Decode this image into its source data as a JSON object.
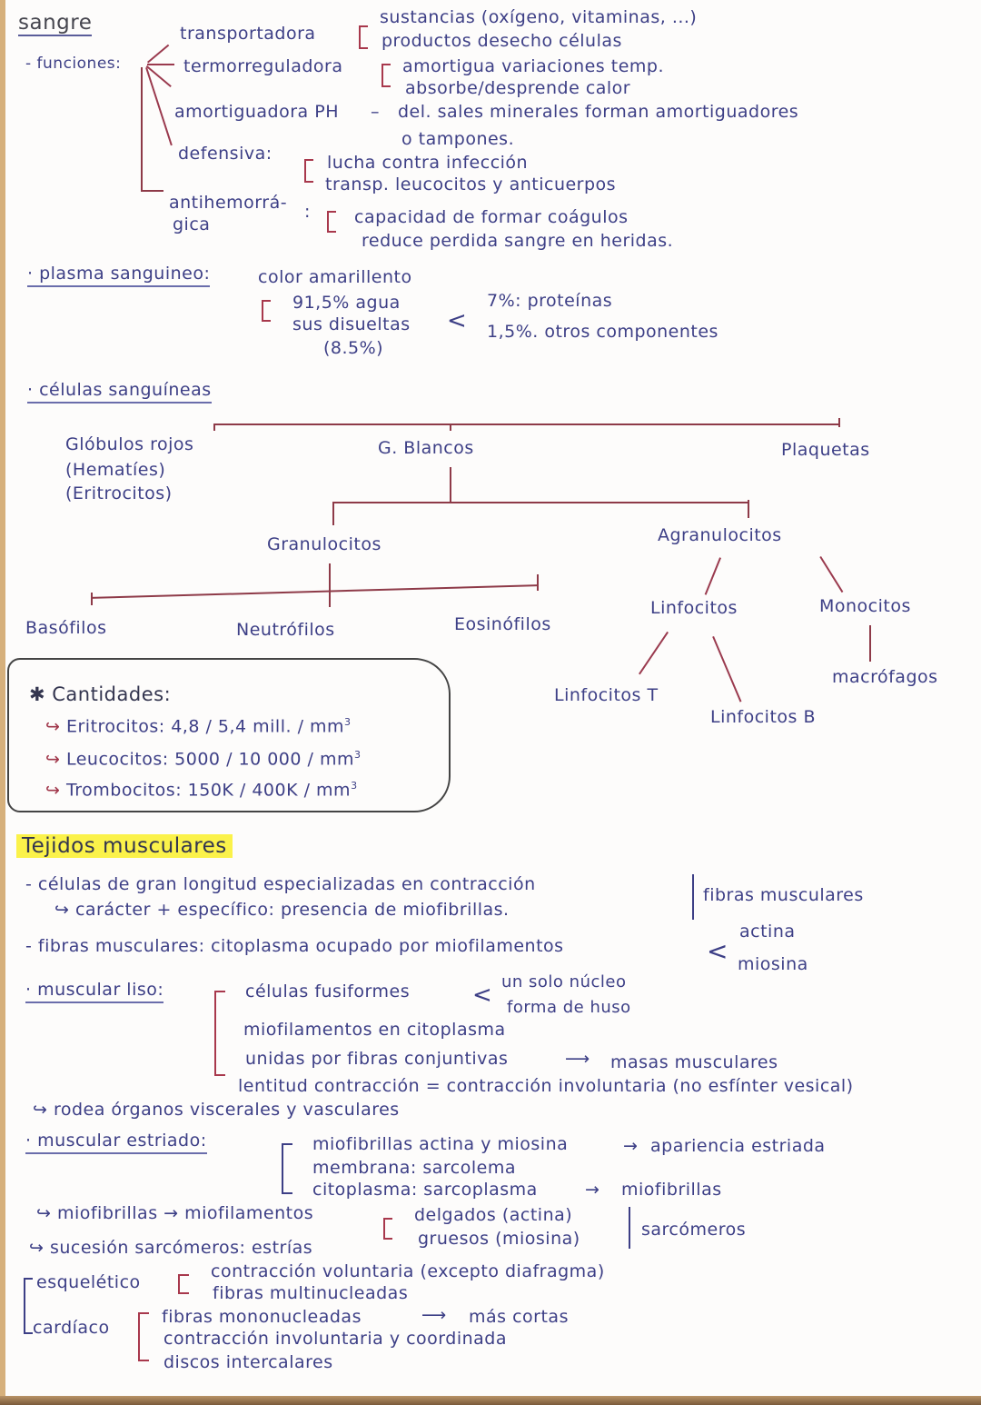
{
  "sangre": {
    "title": "sangre",
    "funciones_label": "- funciones:",
    "funciones": [
      {
        "name": "transportadora",
        "details": [
          "sustancias (oxígeno, vitaminas, ...)",
          "productos desecho células"
        ]
      },
      {
        "name": "termorreguladora",
        "details": [
          "amortigua variaciones temp.",
          "absorbe/desprende calor"
        ]
      },
      {
        "name": "amortiguadora PH",
        "sep": "–",
        "details": [
          "del. sales minerales forman amortiguadores",
          "o tampones."
        ]
      },
      {
        "name": "defensiva:",
        "details": [
          "lucha contra infección",
          "transp. leucocitos y anticuerpos"
        ]
      },
      {
        "name": "antihemorrá-",
        "name2": "gica",
        "colon": ":",
        "details": [
          "capacidad de formar coágulos",
          "reduce perdida sangre en heridas."
        ]
      }
    ]
  },
  "plasma": {
    "label": "· plasma sanguineo:",
    "desc": "color amarillento",
    "agua": "91,5% agua",
    "sus": "sus disueltas",
    "sus_pct": "(8.5%)",
    "proteinas": "7%: proteínas",
    "otros": "1,5%. otros componentes"
  },
  "celulas": {
    "label": "· células sanguíneas",
    "rojos": [
      "Glóbulos rojos",
      "(Hematíes)",
      "(Eritrocitos)"
    ],
    "blancos": "G. Blancos",
    "plaquetas": "Plaquetas",
    "granulocitos": "Granulocitos",
    "agranulocitos": "Agranulocitos",
    "basofilos": "Basófilos",
    "neutrofilos": "Neutrófilos",
    "eosinofilos": "Eosinófilos",
    "linfocitos": "Linfocitos",
    "monocitos": "Monocitos",
    "linfocitos_t": "Linfocitos T",
    "linfocitos_b": "Linfocitos B",
    "macrofagos": "macrófagos"
  },
  "cantidades": {
    "title": "✱ Cantidades:",
    "items": [
      {
        "arrow": "↪",
        "label": "Eritrocitos:",
        "value": "4,8 / 5,4 mill. / mm",
        "sup": "3"
      },
      {
        "arrow": "↪",
        "label": "Leucocitos:",
        "value": "5000 / 10 000 / mm",
        "sup": "3"
      },
      {
        "arrow": "↪",
        "label": "Trombocitos:",
        "value": "150K / 400K / mm",
        "sup": "3"
      }
    ]
  },
  "tejidos": {
    "title": "Tejidos musculares",
    "celulas_line": "- células de gran longitud especializadas en contracción",
    "caracter_line": "↪ carácter + específico: presencia de miofibrillas.",
    "fibras_label": "fibras musculares",
    "fibras_line": "- fibras musculares: citoplasma ocupado por miofilamentos",
    "actina": "actina",
    "miosina": "miosina",
    "liso": {
      "label": "· muscular liso:",
      "fusiformes": "células fusiformes",
      "nucleo": "un solo núcleo",
      "huso": "forma de huso",
      "miofilamentos": "miofilamentos en citoplasma",
      "unidas": "unidas por fibras conjuntivas",
      "masas": "masas musculares",
      "lentitud": "lentitud contracción = contracción involuntaria (no esfínter vesical)",
      "rodea": "↪ rodea órganos viscerales y vasculares"
    },
    "estriado": {
      "label": "· muscular estriado:",
      "miofibrillas": "miofibrillas actina y miosina",
      "apariencia": "apariencia estriada",
      "membrana": "membrana: sarcolema",
      "citoplasma": "citoplasma: sarcoplasma",
      "miofibrillas2": "miofibrillas",
      "mio_line": "↪ miofibrillas → miofilamentos",
      "delgados": "delgados (actina)",
      "gruesos": "gruesos (miosina)",
      "sarcomeros": "sarcómeros",
      "sucesion": "↪ sucesión sarcómeros: estrías"
    },
    "esqueletico": {
      "label": "esquelético",
      "items": [
        "contracción voluntaria (excepto diafragma)",
        "fibras multinucleadas"
      ]
    },
    "cardiaco": {
      "label": "cardíaco",
      "items": [
        "fibras mononucleadas",
        "contracción involuntaria y coordinada",
        "discos intercalares"
      ],
      "mas_cortas": "más cortas"
    }
  }
}
